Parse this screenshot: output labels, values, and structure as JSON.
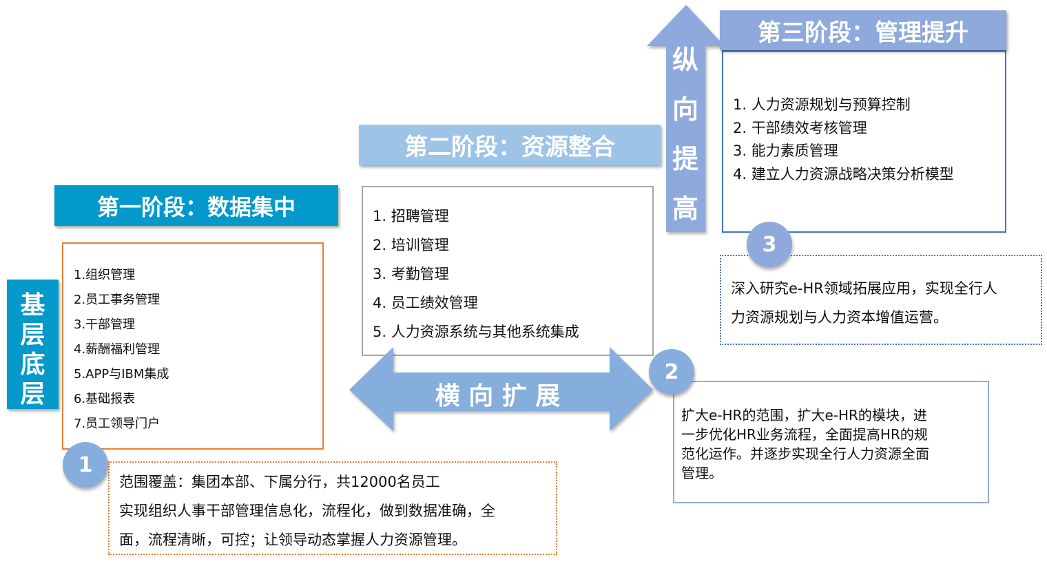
{
  "stage1": {
    "title": "第一阶段：数据集中",
    "side_label": [
      "基",
      "层",
      "底",
      "层"
    ],
    "items": [
      "1.组织管理",
      "2.员工事务管理",
      "3.干部管理",
      "4.薪酬福利管理",
      "5.APP与IBM集成",
      "6.基础报表",
      "7.员工领导门户"
    ],
    "badge": "1",
    "desc": [
      "范围覆盖：集团本部、下属分行，共12000名员工",
      "实现组织人事干部管理信息化，流程化，做到数据准确，全",
      "面，流程清晰，可控；让领导动态掌握人力资源管理。"
    ]
  },
  "stage2": {
    "title": "第二阶段：资源整合",
    "items": [
      "1. 招聘管理",
      "2. 培训管理",
      "3. 考勤管理",
      "4. 员工绩效管理",
      "5. 人力资源系统与其他系统集成"
    ],
    "arrow_label": "横 向 扩 展",
    "badge": "2",
    "desc": [
      "扩大e-HR的范围，扩大e-HR的模块，进",
      "一步优化HR业务流程，全面提高HR的规",
      "范化运作。并逐步实现全行人力资源全面",
      "管理。"
    ]
  },
  "stage3": {
    "title": "第三阶段：管理提升",
    "arrow_label": [
      "纵",
      "向",
      "提",
      "高"
    ],
    "items": [
      "1. 人力资源规划与预算控制",
      "2. 干部绩效考核管理",
      "3. 能力素质管理",
      "4. 建立人力资源战略决策分析模型"
    ],
    "badge": "3",
    "desc": [
      "深入研究e-HR领域拓展应用，实现全行人",
      "力资源规划与人力资本增值运营。"
    ]
  },
  "colors": {
    "stage1": "#0399CB",
    "stage2": "#9DC3E6",
    "stage3": "#8EA9DB",
    "orange": "#ED7D31",
    "circle": "#85AEDD",
    "arrow": "#85AEDD"
  }
}
